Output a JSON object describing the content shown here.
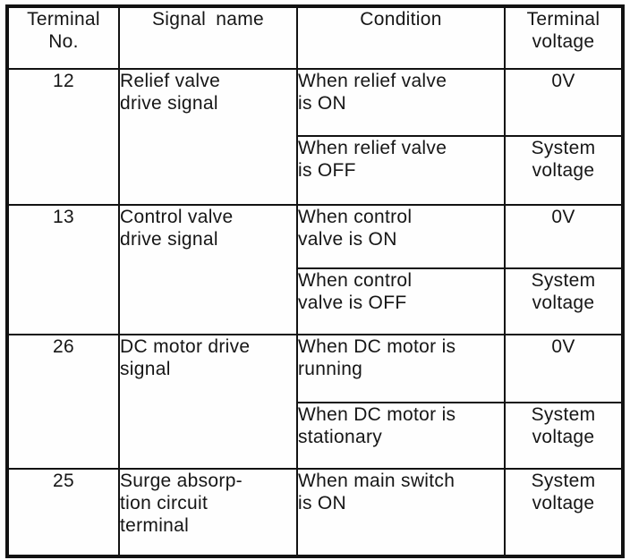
{
  "colors": {
    "ink": "#161616",
    "paper": "#fefefe"
  },
  "table": {
    "header": {
      "terminal_no": "Terminal\nNo.",
      "signal_name": "Signal name",
      "condition": "Condition",
      "terminal_voltage": "Terminal\nvoltage"
    },
    "rows": [
      {
        "terminal_no": "12",
        "signal_name": "Relief valve\ndrive signal",
        "conditions": [
          {
            "condition": "When relief valve\nis ON",
            "voltage": "0V"
          },
          {
            "condition": "When relief valve\nis OFF",
            "voltage": "System\nvoltage"
          }
        ]
      },
      {
        "terminal_no": "13",
        "signal_name": "Control valve\ndrive signal",
        "conditions": [
          {
            "condition": "When control\nvalve is ON",
            "voltage": "0V"
          },
          {
            "condition": "When control\nvalve is OFF",
            "voltage": "System\nvoltage"
          }
        ]
      },
      {
        "terminal_no": "26",
        "signal_name": "DC motor drive\nsignal",
        "conditions": [
          {
            "condition": "When DC motor is\nrunning",
            "voltage": "0V"
          },
          {
            "condition": "When DC motor is\nstationary",
            "voltage": "System\nvoltage"
          }
        ]
      },
      {
        "terminal_no": "25",
        "signal_name": "Surge absorp-\ntion circuit\nterminal",
        "conditions": [
          {
            "condition": "When main switch\nis ON",
            "voltage": "System\nvoltage"
          }
        ]
      }
    ]
  }
}
